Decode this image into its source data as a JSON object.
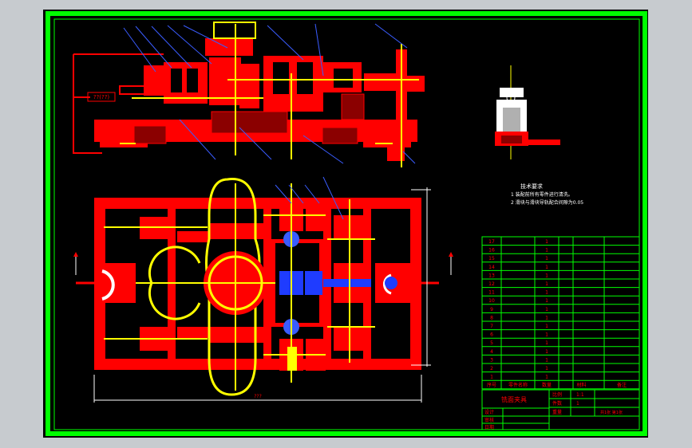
{
  "drawing": {
    "background_color": "#000000",
    "border_color": "#00ff00",
    "part_color": "#ff0000",
    "centerline_color": "#ffff00",
    "leader_color": "#3a5cff",
    "dimension_color": "#ffffff",
    "logo_color": "#1f3cff"
  },
  "dimensions": {
    "top_left_callout": "??(??)",
    "bottom_width": "???"
  },
  "tech_requirements": {
    "title": "技术要求",
    "lines": [
      "1 装配前所有零件进行清洗。",
      "2 滑块与滑块导轨配合间隙为0.05"
    ]
  },
  "bom": {
    "rows": [
      {
        "no": "17",
        "name": "",
        "qty": "1",
        "material": "",
        "note": ""
      },
      {
        "no": "16",
        "name": "",
        "qty": "1",
        "material": "",
        "note": ""
      },
      {
        "no": "15",
        "name": "",
        "qty": "1",
        "material": "",
        "note": ""
      },
      {
        "no": "14",
        "name": "",
        "qty": "1",
        "material": "",
        "note": ""
      },
      {
        "no": "13",
        "name": "",
        "qty": "1",
        "material": "",
        "note": ""
      },
      {
        "no": "12",
        "name": "",
        "qty": "1",
        "material": "",
        "note": ""
      },
      {
        "no": "11",
        "name": "",
        "qty": "1",
        "material": "",
        "note": ""
      },
      {
        "no": "10",
        "name": "",
        "qty": "1",
        "material": "",
        "note": ""
      },
      {
        "no": "9",
        "name": "",
        "qty": "1",
        "material": "",
        "note": ""
      },
      {
        "no": "8",
        "name": "",
        "qty": "1",
        "material": "",
        "note": ""
      },
      {
        "no": "7",
        "name": "",
        "qty": "1",
        "material": "",
        "note": ""
      },
      {
        "no": "6",
        "name": "",
        "qty": "1",
        "material": "",
        "note": ""
      },
      {
        "no": "5",
        "name": "",
        "qty": "1",
        "material": "",
        "note": ""
      },
      {
        "no": "4",
        "name": "",
        "qty": "1",
        "material": "",
        "note": ""
      },
      {
        "no": "3",
        "name": "",
        "qty": "1",
        "material": "",
        "note": ""
      },
      {
        "no": "2",
        "name": "",
        "qty": "1",
        "material": "",
        "note": ""
      },
      {
        "no": "1",
        "name": "",
        "qty": "1",
        "material": "",
        "note": ""
      }
    ],
    "header": [
      "序号",
      "零件名称",
      "数量",
      "材料",
      "备注"
    ]
  },
  "title_block": {
    "drawing_title": "铣面夹具",
    "scale_label": "比例",
    "scale_value": "1:1",
    "pieces_label": "件数",
    "pieces_value": "1",
    "weight_label": "重量",
    "sheet_ref": "共1张 第1张",
    "designer_label": "设计",
    "checker_label": "审核",
    "date_label": "日期"
  }
}
